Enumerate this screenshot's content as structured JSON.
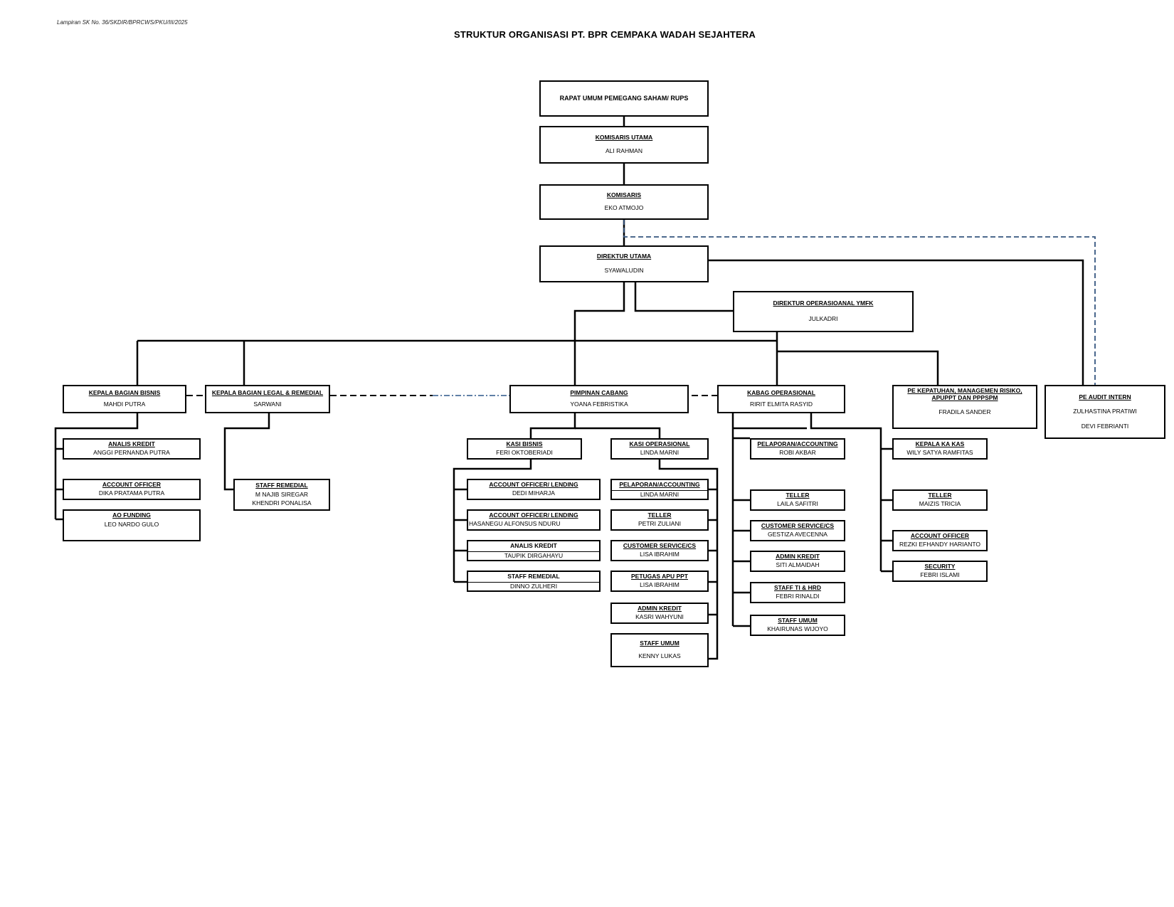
{
  "header": {
    "lampiran": "Lampiran SK No.   36/SKDIR/BPRCWS/PKU/III/2025",
    "title": "STRUKTUR ORGANISASI PT. BPR CEMPAKA WADAH SEJAHTERA"
  },
  "org": {
    "rups": {
      "title": "RAPAT UMUM PEMEGANG SAHAM/ RUPS"
    },
    "komisaris_utama": {
      "title": "KOMISARIS UTAMA",
      "name": "ALI RAHMAN"
    },
    "komisaris": {
      "title": "KOMISARIS",
      "name": "EKO ATMOJO"
    },
    "direktur_utama": {
      "title": "DIREKTUR UTAMA",
      "name": "SYAWALUDIN"
    },
    "direktur_ops": {
      "title": "DIREKTUR OPERASIOANAL YMFK",
      "name": "JULKADRI"
    },
    "kepala_bisnis": {
      "title": "KEPALA BAGIAN BISNIS",
      "name": "MAHDI PUTRA"
    },
    "kepala_legal": {
      "title": "KEPALA BAGIAN LEGAL &  REMEDIAL",
      "name": "SARWANI"
    },
    "pimpinan_cabang": {
      "title": "PIMPINAN CABANG",
      "name": "YOANA FEBRISTIKA"
    },
    "kabag_ops": {
      "title": "KABAG OPERASIONAL",
      "name": "RIRIT ELMITA RASYID"
    },
    "pe_kepatuhan": {
      "title": "PE KEPATUHAN, MANAGEMEN RISIKO, APUPPT DAN PPPSPM",
      "name": "FRADILA SANDER"
    },
    "pe_audit": {
      "title": "PE AUDIT INTERN",
      "name1": "ZULHASTINA PRATIWI",
      "name2": "DEVI FEBRIANTI"
    },
    "bisnis_analis": {
      "title": "ANALIS KREDIT",
      "name": "ANGGI PERNANDA PUTRA"
    },
    "bisnis_ao": {
      "title": "ACCOUNT OFFICER",
      "name": "DIKA PRATAMA PUTRA"
    },
    "bisnis_aofunding": {
      "title": "AO FUNDING",
      "name": "LEO NARDO GULO"
    },
    "legal_staff": {
      "title": "STAFF REMEDIAL",
      "name1": "M NAJIB SIREGAR",
      "name2": "KHENDRI PONALISA"
    },
    "kasi_bisnis": {
      "title": "KASI BISNIS",
      "name": "FERI OKTOBERIADI"
    },
    "kasi_ops": {
      "title": "KASI OPERASIONAL",
      "name": "LINDA MARNI"
    },
    "kb_ao1": {
      "title": "ACCOUNT OFFICER/ LENDING",
      "name": "DEDI MIHARJA"
    },
    "kb_ao2": {
      "title": "ACCOUNT OFFICER/ LENDING",
      "name": "HASANEGU ALFONSUS NDURU"
    },
    "kb_analis": {
      "title": "ANALIS KREDIT",
      "name": "TAUPIK DIRGAHAYU"
    },
    "kb_remedial": {
      "title": "STAFF REMEDIAL",
      "name": "DINNO ZULHERI"
    },
    "ko_pelaporan": {
      "title": "PELAPORAN/ACCOUNTING",
      "name": "LINDA MARNI"
    },
    "ko_teller": {
      "title": "TELLER",
      "name": "PETRI ZULIANI"
    },
    "ko_cs": {
      "title": "CUSTOMER SERVICE/CS",
      "name": "LISA IBRAHIM"
    },
    "ko_apuppt": {
      "title": "PETUGAS APU PPT",
      "name": "LISA IBRAHIM"
    },
    "ko_admin": {
      "title": "ADMIN KREDIT",
      "name": "KASRI WAHYUNI"
    },
    "ko_umum": {
      "title": "STAFF UMUM",
      "name": "KENNY LUKAS"
    },
    "op_pelaporan": {
      "title": "PELAPORAN/ACCOUNTING",
      "name": "ROBI AKBAR"
    },
    "op_teller": {
      "title": "TELLER",
      "name": "LAILA SAFITRI"
    },
    "op_cs": {
      "title": "CUSTOMER SERVICE/CS",
      "name": "GESTIZA AVECENNA"
    },
    "op_admin": {
      "title": "ADMIN KREDIT",
      "name": "SITI ALMAIDAH"
    },
    "op_ti": {
      "title": "STAFF TI & HRD",
      "name": "FEBRI RINALDI"
    },
    "op_umum": {
      "title": "STAFF UMUM",
      "name": "KHAIRUNAS WIJOYO"
    },
    "kk_kepala": {
      "title": "KEPALA KA KAS",
      "name": "WILY SATYA RAMFITAS"
    },
    "kk_teller": {
      "title": "TELLER",
      "name": "MAIZIS TRICIA"
    },
    "kk_ao": {
      "title": "ACCOUNT OFFICER",
      "name": "REZKI EFHANDY HARIANTO"
    },
    "kk_security": {
      "title": "SECURITY",
      "name": "FEBRI ISLAMI"
    }
  }
}
